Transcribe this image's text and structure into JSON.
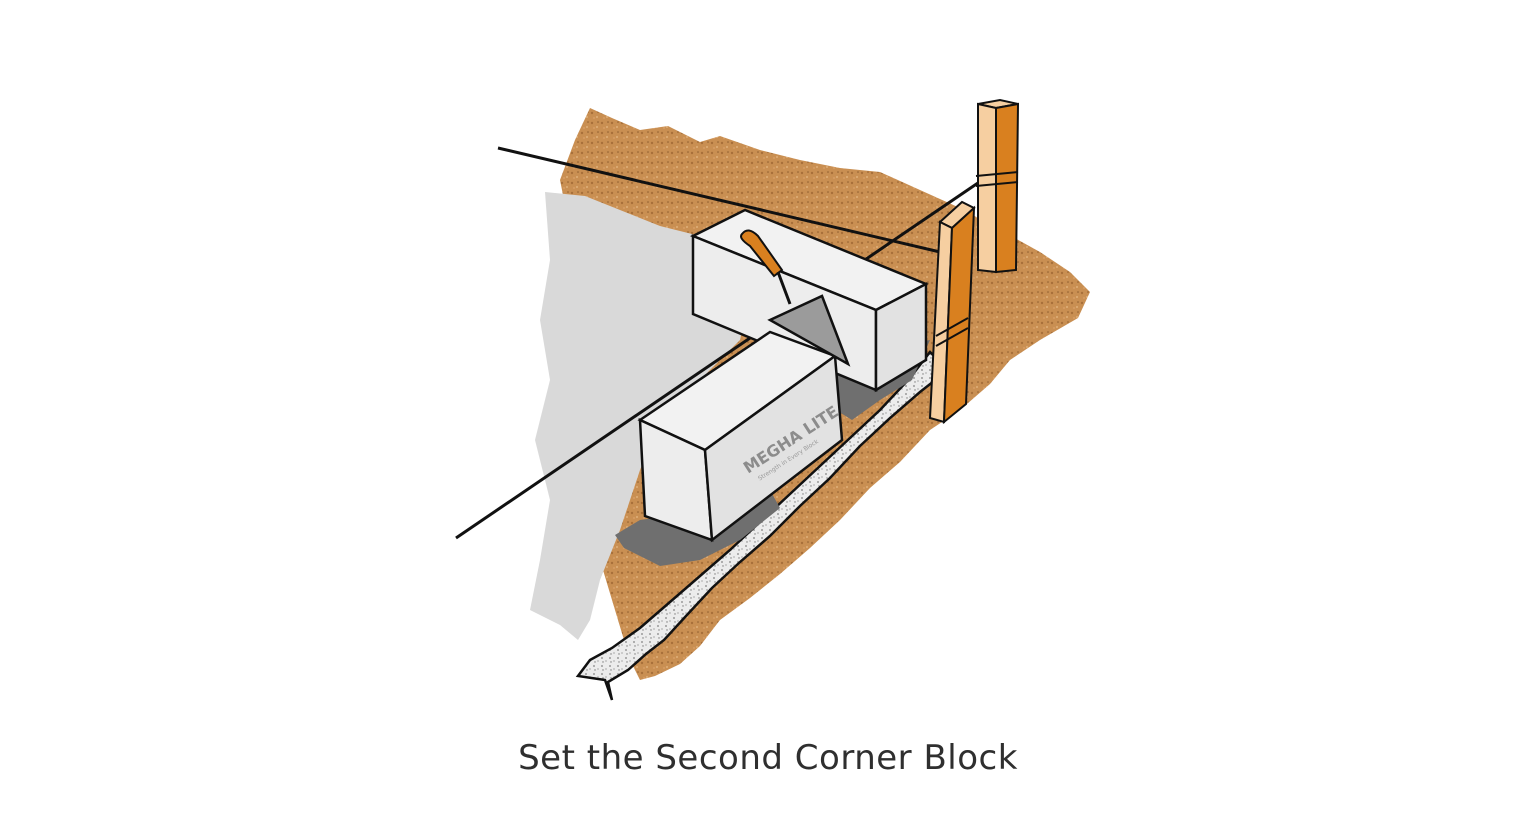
{
  "caption": "Set the Second Corner Block",
  "block_brand": {
    "name": "MEGHA LITE",
    "tagline": "Strength in Every Block"
  },
  "colors": {
    "soil": "#c98f52",
    "soil_dark": "#9a6733",
    "gravel": "#e6e6e6",
    "gravel_dark": "#8a8a8a",
    "block_face": "#ededed",
    "block_side": "#e2e2e2",
    "mortar": "#6f6f6f",
    "shadow_area": "#d9d9d9",
    "stake_light": "#f6cfa1",
    "stake_dark": "#d9801f",
    "trowel_handle": "#d9801f",
    "trowel_blade": "#9b9b9b",
    "line": "#111111",
    "caption_text": "#2f2f2f"
  },
  "icons": [
    "trowel-icon",
    "stake-icon",
    "string-line-icon",
    "aac-block-icon"
  ]
}
